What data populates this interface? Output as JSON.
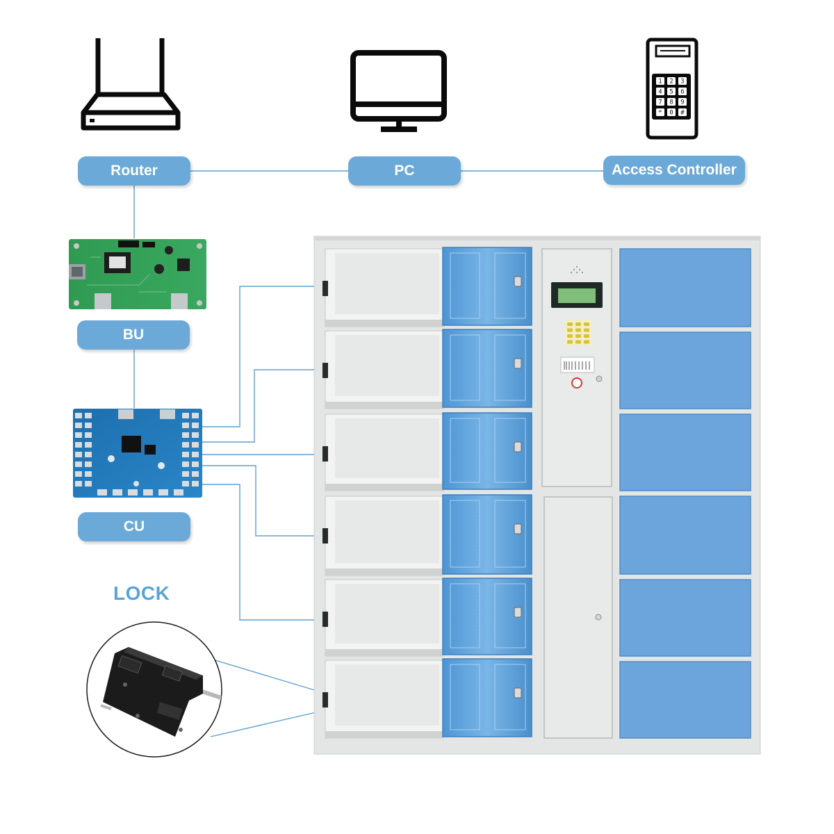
{
  "nodes": {
    "router": "Router",
    "pc": "PC",
    "access_controller": "Access Controller",
    "bu": "BU",
    "cu": "CU",
    "lock": "LOCK"
  },
  "keypad_keys": [
    "1",
    "2",
    "3",
    "4",
    "5",
    "6",
    "7",
    "8",
    "9",
    "*",
    "0",
    "#"
  ],
  "colors": {
    "pill": "#6aa9d8",
    "connector": "#5b9fd0",
    "locker_door": "#6ba5dc",
    "cabinet": "#e4e6e5",
    "lock_title": "#5aa3d9"
  }
}
